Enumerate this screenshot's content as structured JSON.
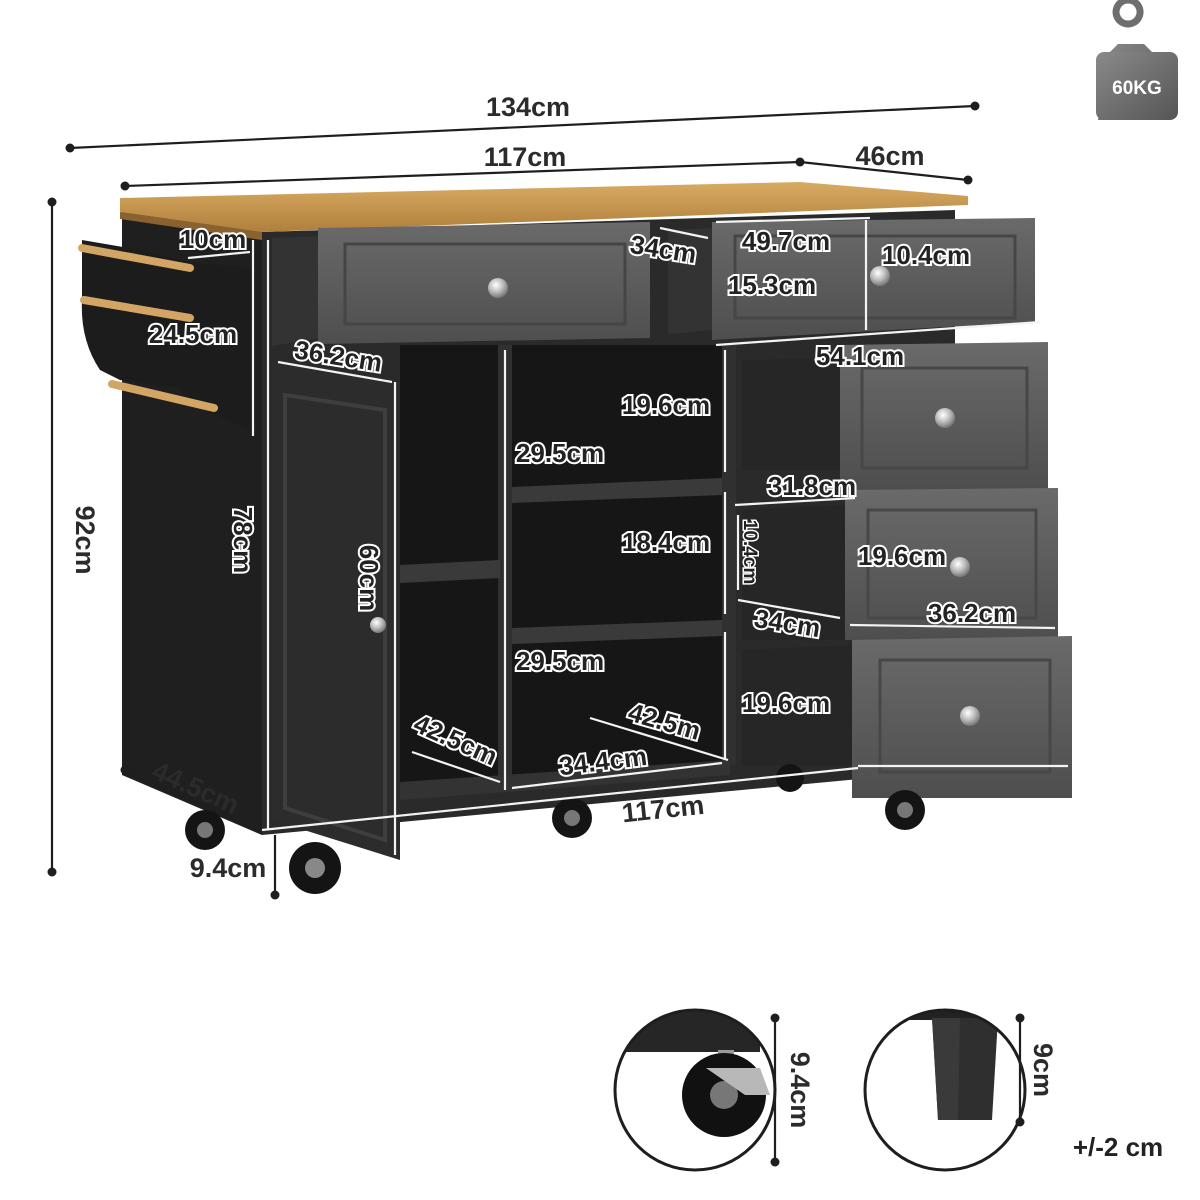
{
  "weight_badge": {
    "label": "60KG",
    "icon": "weight-icon",
    "color": "#6e6e6e"
  },
  "tolerance": "+/-2 cm",
  "dimensions": {
    "total_width": "134cm",
    "top_width": "117cm",
    "depth": "46cm",
    "height": "92cm",
    "side_rack_depth": "10cm",
    "side_rack_height": "24.5cm",
    "door_width": "36.2cm",
    "side_height": "78cm",
    "door_height": "60cm",
    "top_drawer_depth": "34cm",
    "top_drawer_width": "49.7cm",
    "top_drawer_height": "15.3cm",
    "top_drawer_inner_height": "10.4cm",
    "right_drawer_width": "54.1cm",
    "shelf_top_height": "19.6cm",
    "shelf_left_height": "29.5cm",
    "shelf_mid_height": "18.4cm",
    "shelf_bottom_height": "29.5cm",
    "drawer2_depth": "31.8cm",
    "drawer3_inner_height": "10.4cm",
    "drawer3_height": "19.6cm",
    "drawer3_depth": "34cm",
    "drawer3_width": "36.2cm",
    "drawer4_height": "19.6cm",
    "cabinet_depth": "42.5cm",
    "shelf_depth": "42.5m",
    "shelf_width": "34.4cm",
    "bottom_width": "117cm",
    "base_depth": "44.5cm",
    "caster_height": "9.4cm"
  },
  "insets": {
    "caster": {
      "label": "9.4cm",
      "icon": "caster-wheel-icon"
    },
    "leg": {
      "label": "9cm",
      "icon": "leg-icon"
    }
  },
  "colors": {
    "cabinet_body": "#262626",
    "drawer_grey": "#5b5b5b",
    "countertop": "#c99a55",
    "dimension_lines": "#1e1e1e"
  }
}
